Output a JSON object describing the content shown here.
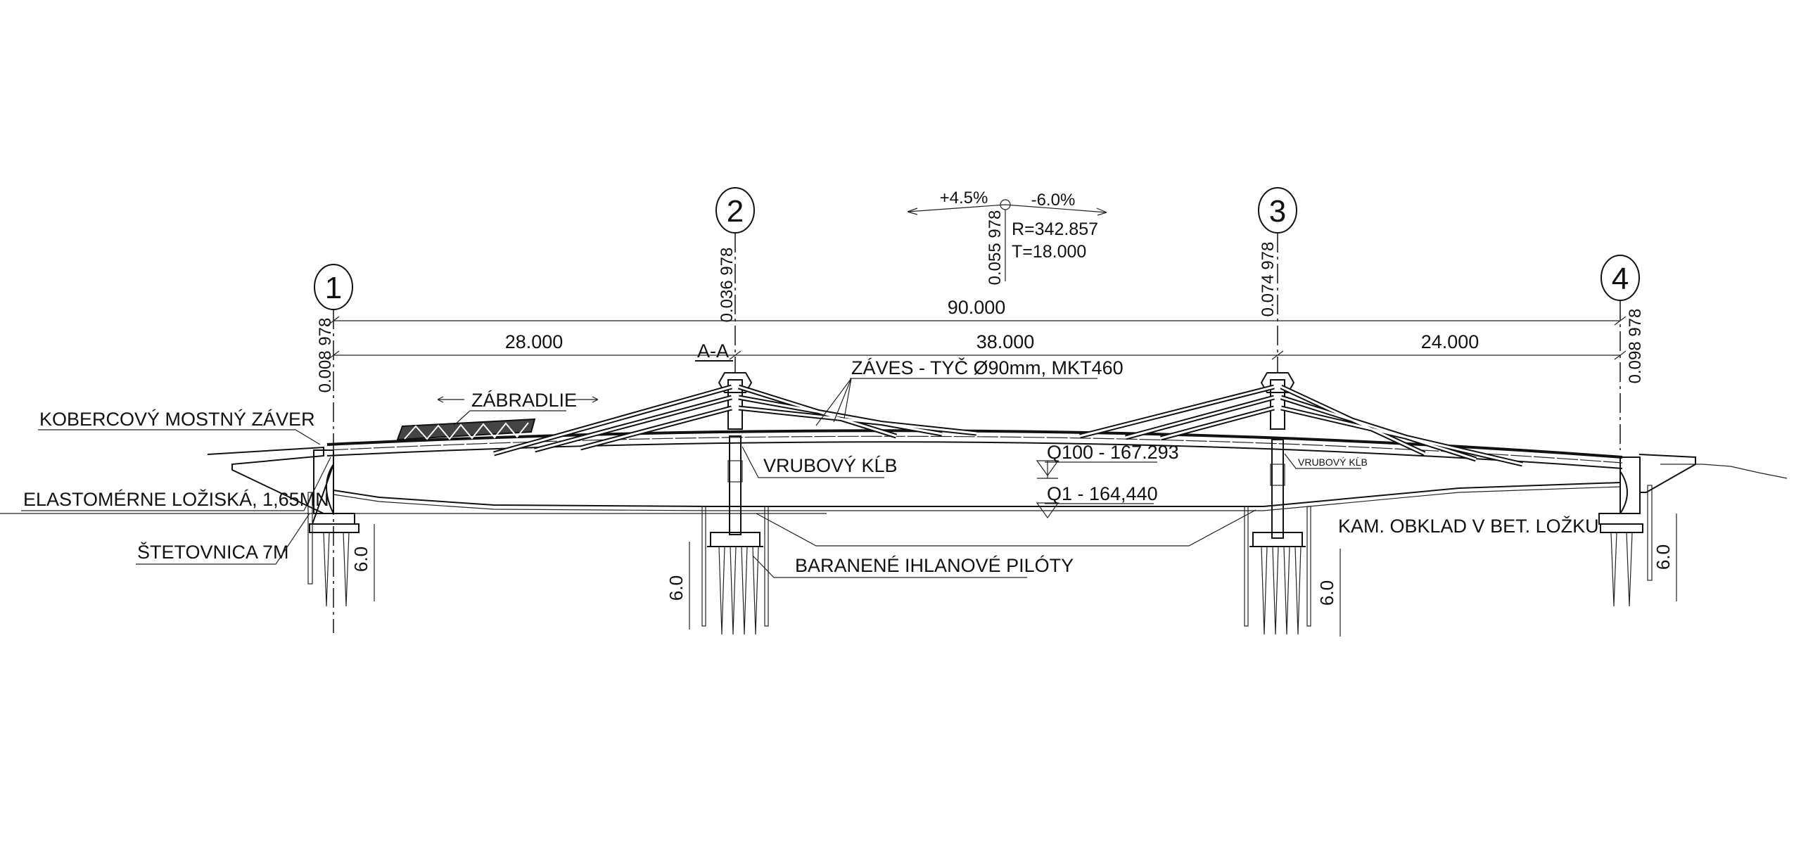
{
  "axes": [
    {
      "number": "1",
      "elevation": "0.008 978"
    },
    {
      "number": "2",
      "elevation": "0.036 978"
    },
    {
      "number": "3",
      "elevation": "0.074 978"
    },
    {
      "number": "4",
      "elevation": "0.098 978"
    }
  ],
  "dimensions": {
    "total": "90.000",
    "spans": [
      "28.000",
      "38.000",
      "24.000"
    ],
    "pile_depths": [
      "6.0",
      "6.0",
      "6.0",
      "6.0"
    ]
  },
  "vertical_curve": {
    "grade_left": "+4.5%",
    "grade_right": "-6.0%",
    "elevation": "0.055 978",
    "radius": "R=342.857",
    "tangent": "T=18.000"
  },
  "section_mark": "A-A",
  "labels": {
    "hangers": "ZÁVES - TYČ Ø90mm, MKT460",
    "railing": "ZÁBRADLIE",
    "expansion_joint": "KOBERCOVÝ MOSTNÝ ZÁVER",
    "bearings": "ELASTOMÉRNE LOŽISKÁ, 1,65MN",
    "sheet_pile": "ŠTETOVNICA 7M",
    "hinge": "VRUBOVÝ KĹB",
    "hinge_small": "VRUBOVÝ KĹB",
    "q100": "Q100 - 167.293",
    "q1": "Q1 - 164,440",
    "stone_lining": "KAM. OBKLAD V BET. LOŽKU",
    "piles": "BARANENÉ IHLANOVÉ PILÓTY"
  }
}
